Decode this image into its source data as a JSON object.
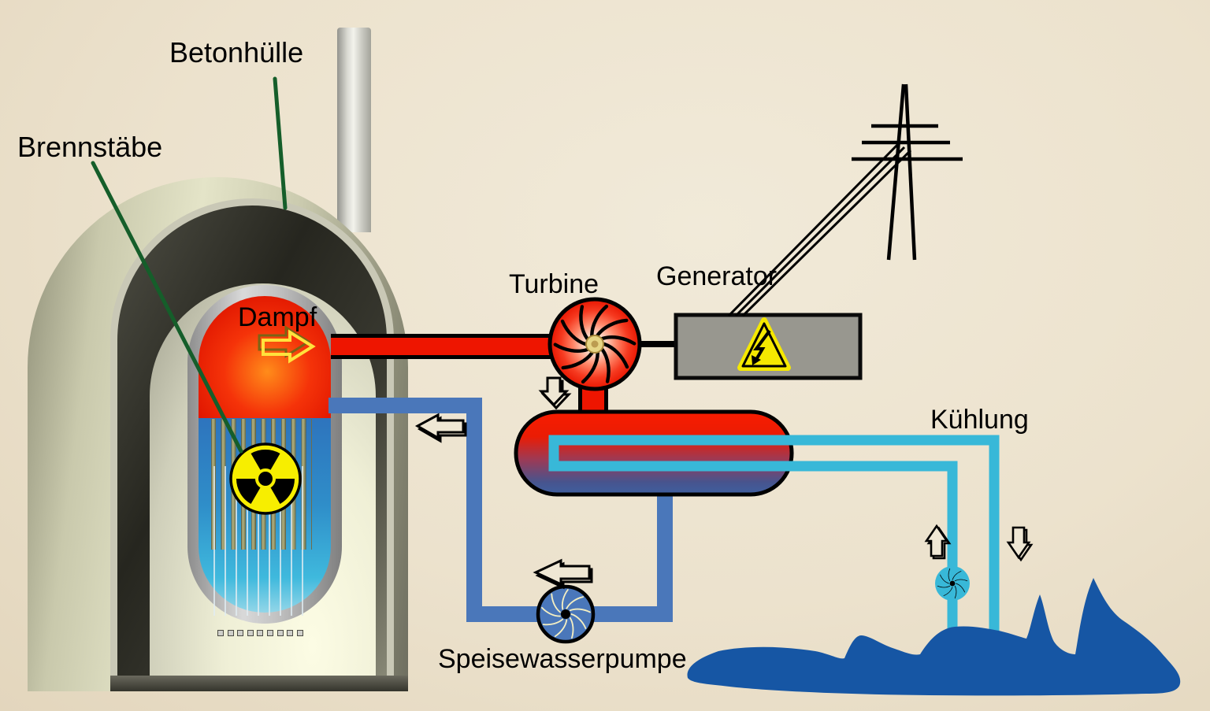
{
  "diagram": {
    "subject": "nuclear-power-plant-schematic",
    "labels": {
      "betonhuelle": "Betonhülle",
      "brennstaebe": "Brennstäbe",
      "dampf": "Dampf",
      "turbine": "Turbine",
      "generator": "Generator",
      "kuehlung": "Kühlung",
      "speisewasserpumpe": "Speisewasserpumpe"
    },
    "icons": [
      "radiation-trefoil-icon",
      "high-voltage-warning-icon",
      "turbine-rotor-icon",
      "feedwater-pump-rotor-icon",
      "cooling-pump-rotor-icon",
      "steam-flow-right-arrow-icon",
      "flow-left-arrow-icon",
      "flow-down-arrow-icon",
      "flow-up-arrow-icon",
      "transmission-tower-icon"
    ],
    "colors": {
      "background": "#ece2cd",
      "steam_red": "#ee1500",
      "reactor_water_blue": "#2f8ec9",
      "feedwater_pipe_blue": "#4a77ba",
      "cooling_pipe_cyan": "#38b8d8",
      "sea_water_blue": "#1656a4",
      "generator_gray": "#98978f",
      "warning_yellow": "#f5e800",
      "radiation_yellow": "#f7ee00",
      "containment_concrete": "#c9c9ac",
      "label_line_green": "#155e2a"
    }
  }
}
